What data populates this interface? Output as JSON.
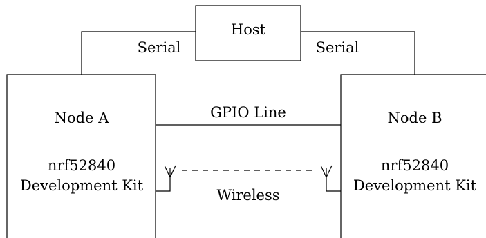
{
  "host": {
    "label": "Host"
  },
  "links": {
    "serial_left": "Serial",
    "serial_right": "Serial",
    "gpio": "GPIO Line",
    "wireless": "Wireless"
  },
  "node_a": {
    "title": "Node A",
    "board_line1": "nrf52840",
    "board_line2": "Development Kit"
  },
  "node_b": {
    "title": "Node B",
    "board_line1": "nrf52840",
    "board_line2": "Development Kit"
  },
  "icons": {
    "antenna": "antenna-icon"
  }
}
